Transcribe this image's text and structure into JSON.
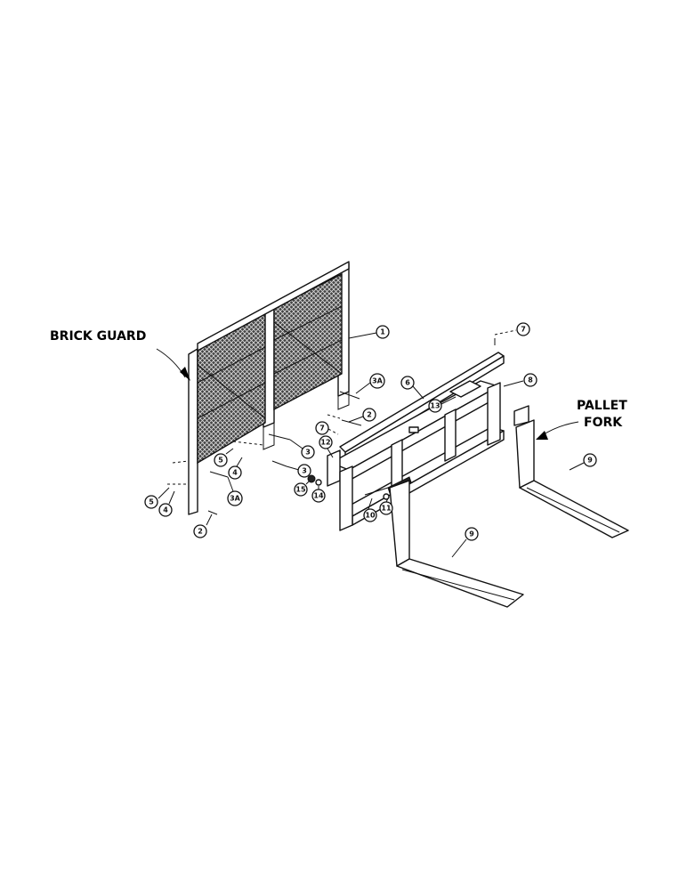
{
  "labels": {
    "brick_guard": "BRICK GUARD",
    "pallet_fork_line1": "PALLET",
    "pallet_fork_line2": "FORK"
  },
  "callouts": {
    "c1": "1",
    "c2_upper": "2",
    "c2_lower": "2",
    "c3_upper": "3",
    "c3_lower": "3",
    "c3a_upper": "3A",
    "c3a_lower": "3A",
    "c4_upper": "4",
    "c4_lower": "4",
    "c5_upper": "5",
    "c5_lower": "5",
    "c6": "6",
    "c7_upper": "7",
    "c7_lower": "7",
    "c8": "8",
    "c9_right": "9",
    "c9_lower": "9",
    "c10": "10",
    "c11": "11",
    "c12": "12",
    "c13": "13",
    "c14": "14",
    "c15": "15"
  }
}
